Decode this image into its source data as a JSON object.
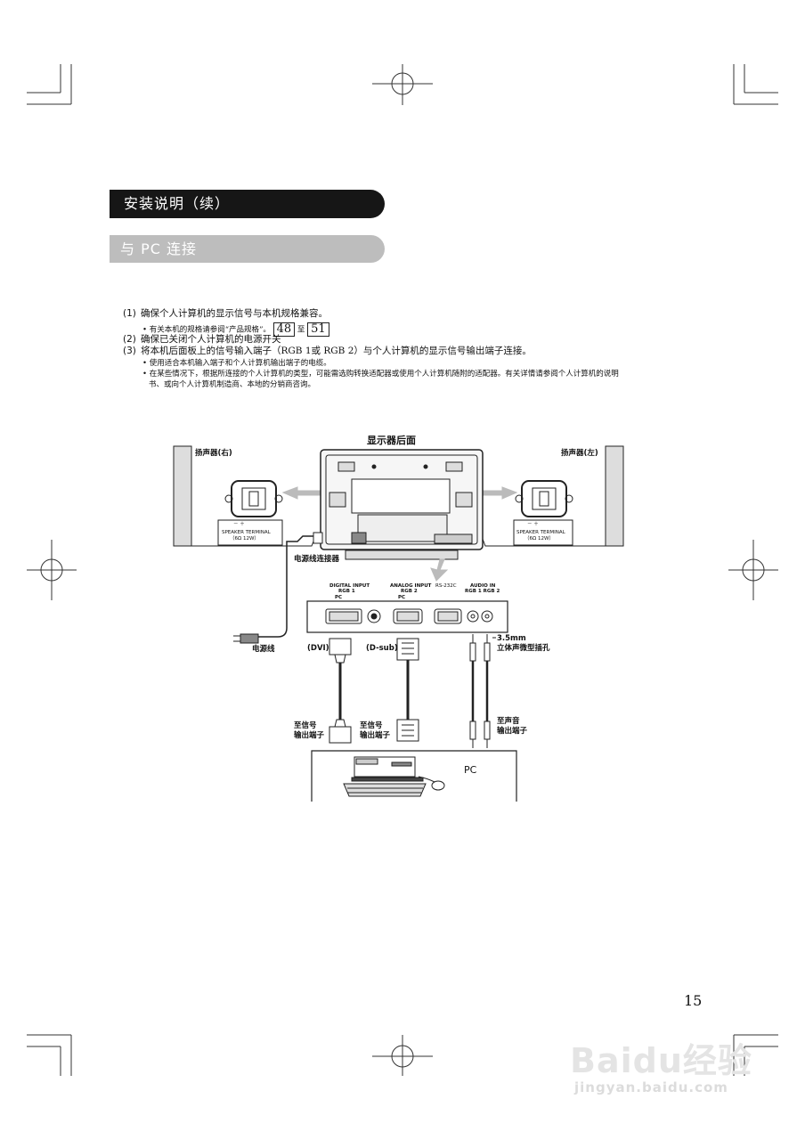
{
  "section_title": "安装说明（续）",
  "subsection_title": "与 PC 连接",
  "steps": {
    "s1": {
      "num": "(1)",
      "text": "确保个人计算机的显示信号与本机规格兼容。"
    },
    "s1_note": "• 有关本机的规格请参阅“产品规格”。",
    "s1_ref_start": "48",
    "s1_ref_to": "至",
    "s1_ref_end": "51",
    "s2": {
      "num": "(2)",
      "text": "确保已关闭个人计算机的电源开关"
    },
    "s3": {
      "num": "(3)",
      "text": "将本机后面板上的信号输入端子（RGB 1或 RGB 2）与个人计算机的显示信号输出端子连接。"
    },
    "s3_note1": "• 使用适合本机输入端子和个人计算机输出端子的电缆。",
    "s3_note2a": "• 在某些情况下，根据所连接的个人计算机的类型，可能需选购转换适配器或使用个人计算机随附的适配器。有关详情请参阅个人计算机的说明",
    "s3_note2b": "书、或向个人计算机制造商、本地的分销商咨询。"
  },
  "diagram": {
    "rear_title": "显示器后面",
    "speaker_right": "扬声器(右)",
    "speaker_left": "扬声器(左)",
    "terminal_label": "SPEAKER TERMINAL",
    "terminal_spec": "（6Ω 12W）",
    "polarity": "－  ＋",
    "power_connector": "电源线连接器",
    "power_cord": "电源线",
    "digital_input": "DIGITAL INPUT",
    "digital_rgb": "RGB 1",
    "digital_pc": "PC",
    "analog_input": "ANALOG INPUT",
    "analog_rgb": "RGB 2",
    "analog_pc": "PC",
    "rs232c": "RS-232C",
    "audio_in": "AUDIO IN",
    "audio_rgb": "RGB 1  RGB 2",
    "dvi": "(DVI)",
    "dsub": "(D-sub)",
    "jack_size": "3.5mm",
    "jack_desc": "立体声微型插孔",
    "to_signal_1a": "至信号",
    "to_signal_1b": "输出端子",
    "to_signal_2a": "至信号",
    "to_signal_2b": "输出端子",
    "to_audio_a": "至声音",
    "to_audio_b": "输出端子",
    "pc": "PC"
  },
  "page_number": "15",
  "watermark": {
    "brand": "Baidu经验",
    "url": "jingyan.baidu.com"
  }
}
